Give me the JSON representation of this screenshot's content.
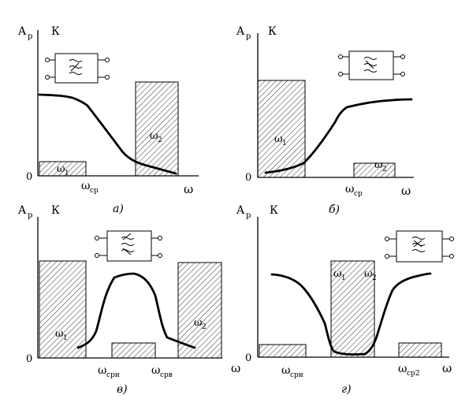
{
  "panels": [
    {
      "id": "a",
      "caption": "а)",
      "y_label_main": "A",
      "y_label_sub": "р",
      "y_label_k": "К",
      "zero": "0",
      "x_label": "ω",
      "ticks": [
        {
          "main": "ω",
          "sub": "ср"
        }
      ],
      "bar_labels": [
        {
          "main": "ω",
          "sub": "1"
        },
        {
          "main": "ω",
          "sub": "2"
        }
      ]
    },
    {
      "id": "b",
      "caption": "б)",
      "y_label_main": "A",
      "y_label_sub": "р",
      "y_label_k": "К",
      "zero": "0",
      "x_label": "ω",
      "ticks": [
        {
          "main": "ω",
          "sub": "ср"
        }
      ],
      "bar_labels": [
        {
          "main": "ω",
          "sub": "1"
        },
        {
          "main": "ω",
          "sub": "2"
        }
      ]
    },
    {
      "id": "v",
      "caption": "в)",
      "y_label_main": "A",
      "y_label_sub": "р",
      "y_label_k": "К",
      "zero": "0",
      "x_label": "ω",
      "ticks": [
        {
          "main": "ω",
          "sub": "срн"
        },
        {
          "main": "ω",
          "sub": "срв"
        }
      ],
      "bar_labels": [
        {
          "main": "ω",
          "sub": "1"
        },
        {
          "main": "ω",
          "sub": "2"
        }
      ]
    },
    {
      "id": "g",
      "caption": "г)",
      "y_label_main": "A",
      "y_label_sub": "р",
      "y_label_k": "К",
      "zero": "0",
      "x_label": "ω",
      "ticks": [
        {
          "main": "ω",
          "sub": "срн"
        },
        {
          "main": "ω",
          "sub": "ср2"
        }
      ],
      "bar_labels": [
        {
          "main": "ω",
          "sub": "1"
        },
        {
          "main": "ω",
          "sub": "2"
        }
      ]
    }
  ]
}
